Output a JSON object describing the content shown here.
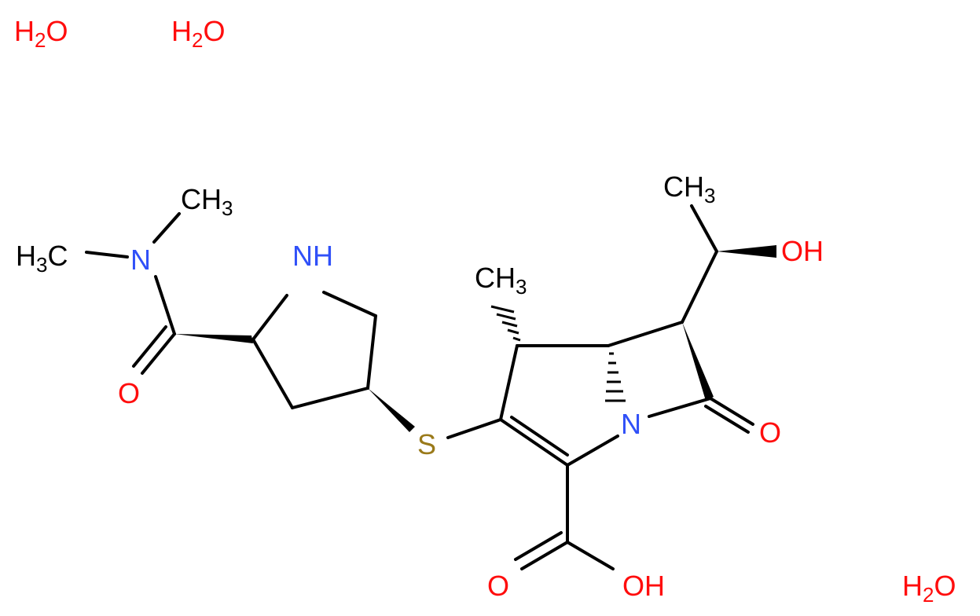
{
  "colors": {
    "carbon": "#000000",
    "oxygen": "#ff0d0d",
    "nitrogen": "#3050f8",
    "sulfur": "#9a7a1a"
  },
  "waters": [
    {
      "main": "H",
      "sub": "2",
      "tail": "O"
    },
    {
      "main": "H",
      "sub": "2",
      "tail": "O"
    },
    {
      "main": "H",
      "sub": "2",
      "tail": "O"
    }
  ],
  "atoms": {
    "ch3_top": {
      "main": "CH",
      "sub": "3"
    },
    "h3c_left": {
      "main": "H",
      "sub": "3",
      "tail": "C"
    },
    "n_amide": "N",
    "o_amide": "O",
    "nh_ring": "N",
    "h_ring": "H",
    "s": "S",
    "ch3_mid": {
      "main": "CH",
      "sub": "3"
    },
    "n_bicyclic": "N",
    "o_lactam": "O",
    "o_acid": "O",
    "oh_acid": "OH",
    "ch3_right": {
      "main": "CH",
      "sub": "3"
    },
    "oh_side": "OH"
  }
}
